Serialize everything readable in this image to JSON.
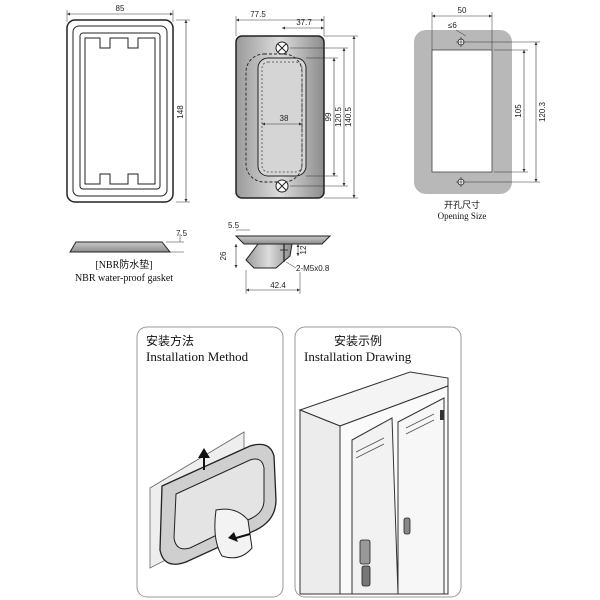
{
  "gasket": {
    "width": "85",
    "height": "148",
    "thickness": "7.5",
    "label_cn": "[NBR防水垫]",
    "label_en": "NBR water-proof gasket"
  },
  "handle": {
    "width": "77.5",
    "half_width": "37.7",
    "inner_width": "38",
    "dims": [
      "99",
      "120.5",
      "140.5"
    ]
  },
  "opening": {
    "width": "50",
    "hole": "≤6",
    "height_inner": "105",
    "height_outer": "120.3",
    "label_cn": "开孔尺寸",
    "label_en": "Opening Size"
  },
  "section": {
    "d1": "5.5",
    "d2": "26",
    "d3": "12",
    "screw": "2-M5x0.8",
    "d4": "42.4"
  },
  "panels": {
    "method_cn": "安装方法",
    "method_en": "Installation Method",
    "drawing_cn": "安装示例",
    "drawing_en": "Installation Drawing"
  }
}
